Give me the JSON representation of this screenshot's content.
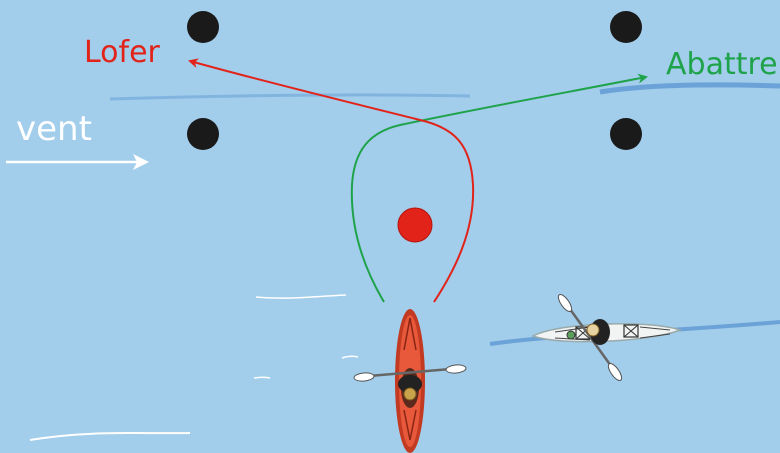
{
  "labels": {
    "lofer": "Lofer",
    "abattre": "Abattre",
    "vent": "vent"
  },
  "colors": {
    "water": "#a2cdeb",
    "lofer": "#e2231a",
    "abattre": "#1fa34a",
    "vent": "#ffffff",
    "buoy": "#1a1a1a",
    "target_buoy": "#e2231a",
    "kayak_orange": "#e8583a",
    "kayak_white": "#f2f4f4"
  },
  "icons": {
    "buoy": "black-buoy-icon",
    "target": "red-buoy-icon",
    "kayak_front": "kayak-paddler-icon",
    "kayak_side": "kayak-paddler-icon",
    "wind": "wind-arrow-icon"
  }
}
